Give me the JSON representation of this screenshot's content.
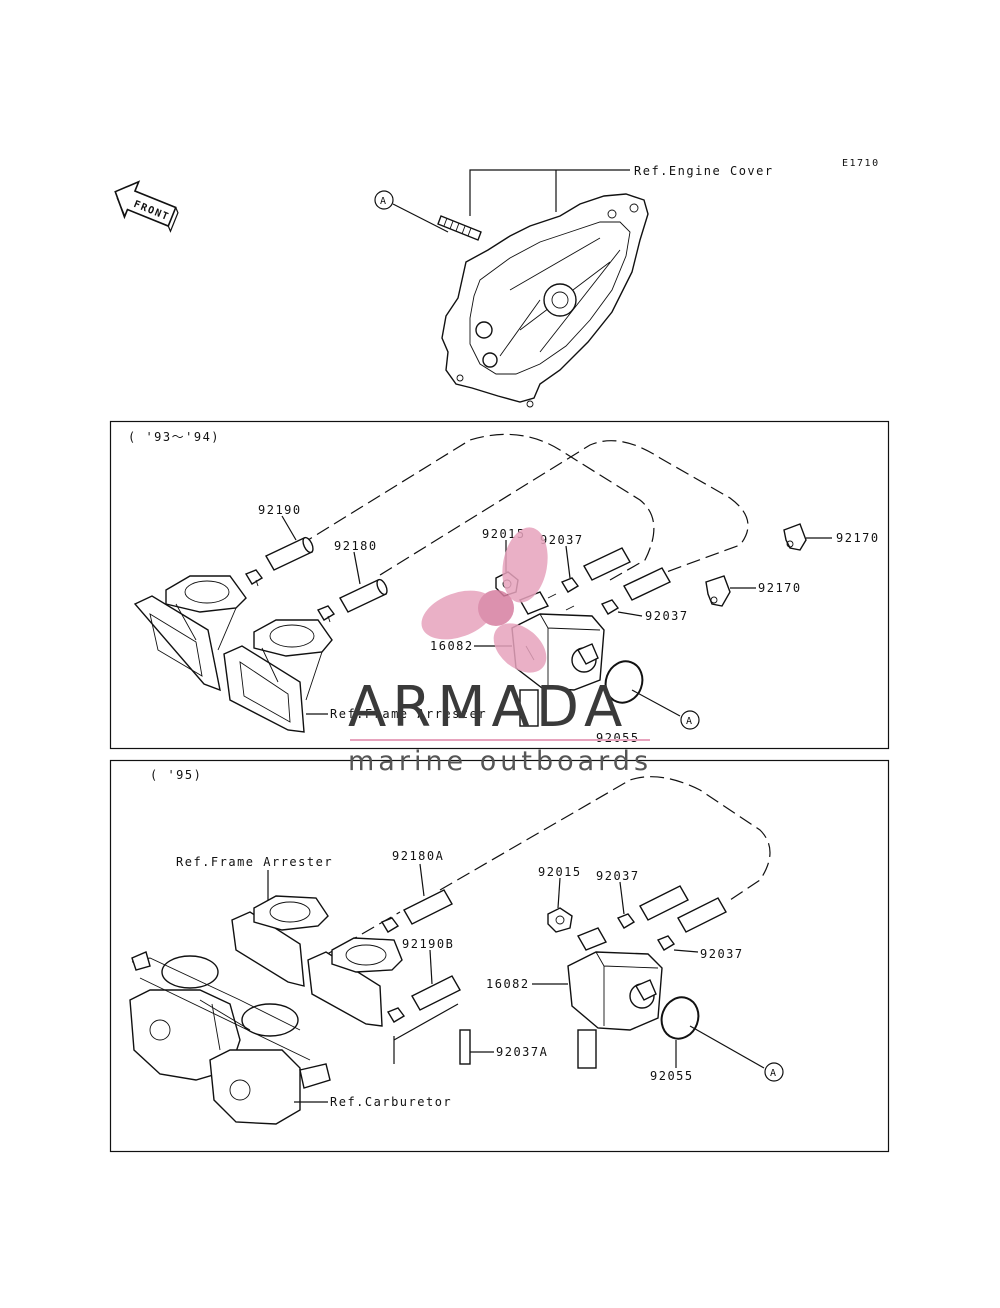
{
  "diagram": {
    "code": "E1710",
    "front_label": "FRONT",
    "ref_engine_cover": "Ref.Engine Cover",
    "callout_a": "A"
  },
  "panel_1": {
    "years": "( '93～'94)",
    "parts": {
      "p92190": "92190",
      "p92180": "92180",
      "p92015": "92015",
      "p92037_top": "92037",
      "p92037_side": "92037",
      "p92170_a": "92170",
      "p92170_b": "92170",
      "p16082": "16082",
      "p92055": "92055"
    },
    "ref_frame_arrester": "Ref.Frame Arrester",
    "callout_a": "A"
  },
  "panel_2": {
    "years": "( '95)",
    "ref_frame_arrester": "Ref.Frame Arrester",
    "ref_carburetor": "Ref.Carburetor",
    "parts": {
      "p92180a": "92180A",
      "p92015": "92015",
      "p92037_top": "92037",
      "p92037_side": "92037",
      "p92190b": "92190B",
      "p16082": "16082",
      "p92037a": "92037A",
      "p92055": "92055"
    },
    "callout_a": "A"
  },
  "watermark": {
    "title": "ARMADA",
    "subtitle": "marine outboards",
    "colors": {
      "propeller": "#e7a3bd",
      "propeller_dark": "#d77ea0",
      "text": "#3a3a3a",
      "rule": "#e7a3bd"
    }
  }
}
